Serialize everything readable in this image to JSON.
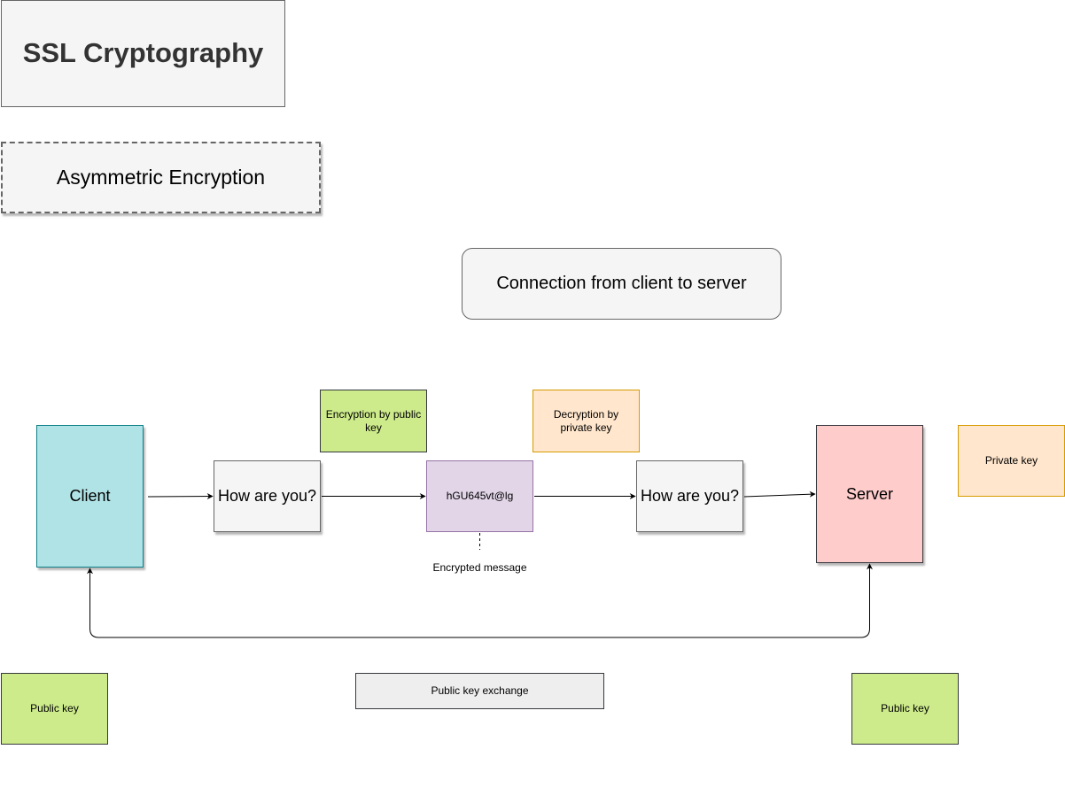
{
  "title": "SSL Cryptography",
  "subtitle": "Asymmetric Encryption",
  "connection_label": "Connection from client to server",
  "client": {
    "label": "Client",
    "color": "#b0e3e6"
  },
  "server": {
    "label": "Server",
    "color": "#ffcccc"
  },
  "plaintext_before": "How are you?",
  "plaintext_after": "How are you?",
  "ciphertext": "hGU645vt@lg",
  "ciphertext_caption": "Encrypted message",
  "encryption_note": "Encryption by public key",
  "decryption_note": "Decryption by private key",
  "private_key": "Private key",
  "client_public_key": "Public key",
  "server_public_key": "Public key",
  "key_exchange": "Public key exchange",
  "colors": {
    "public_key": "#cdeb8b",
    "private_key": "#ffe6cc",
    "ciphertext": "#e1d5e7",
    "message": "#f5f5f5",
    "neutral": "#f5f5f5",
    "exchange": "#eeeeee"
  }
}
